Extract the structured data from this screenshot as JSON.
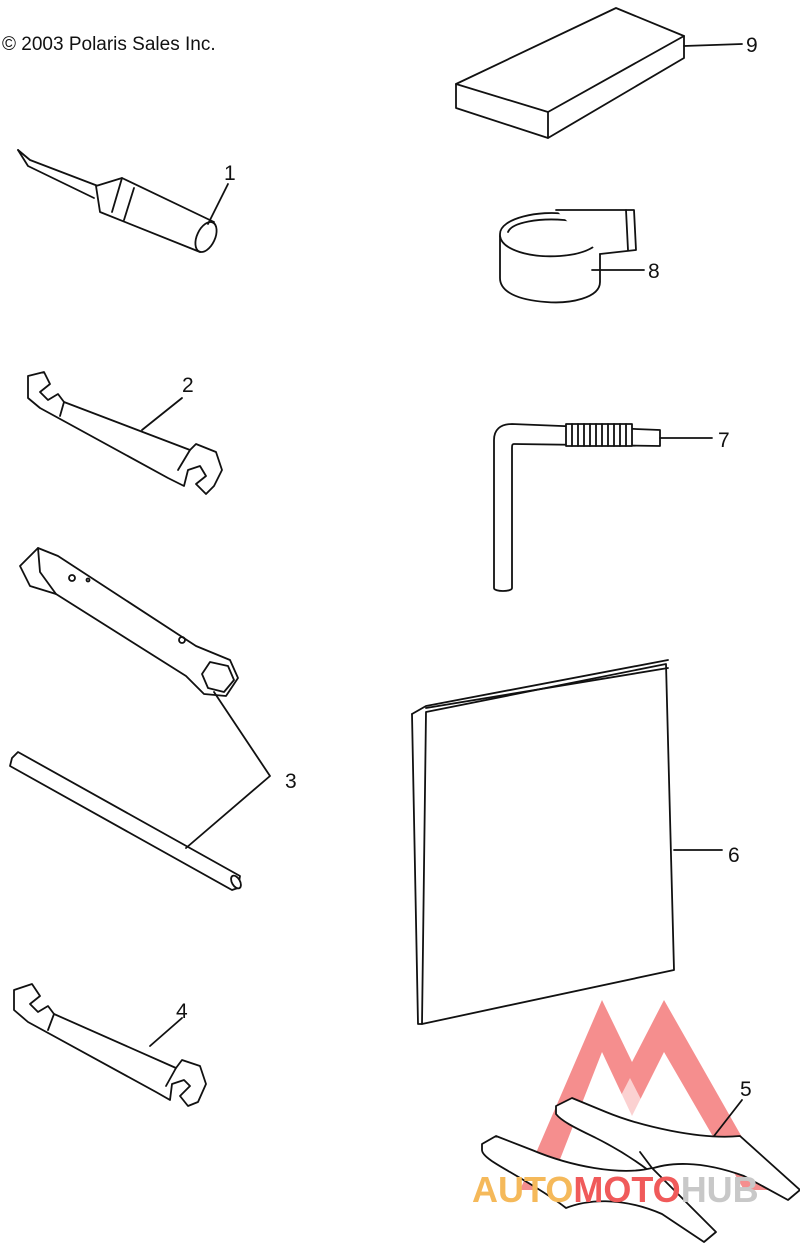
{
  "copyright": "© 2003 Polaris Sales Inc.",
  "callouts": [
    "1",
    "2",
    "3",
    "4",
    "5",
    "6",
    "7",
    "8",
    "9"
  ],
  "watermark": {
    "text_part1": "AUTO",
    "text_part2": "MOTO",
    "text_part3": "HUB",
    "color_red": "#f05a5a",
    "color_orange": "#f5b95a",
    "color_gray": "#c8c8c8"
  }
}
